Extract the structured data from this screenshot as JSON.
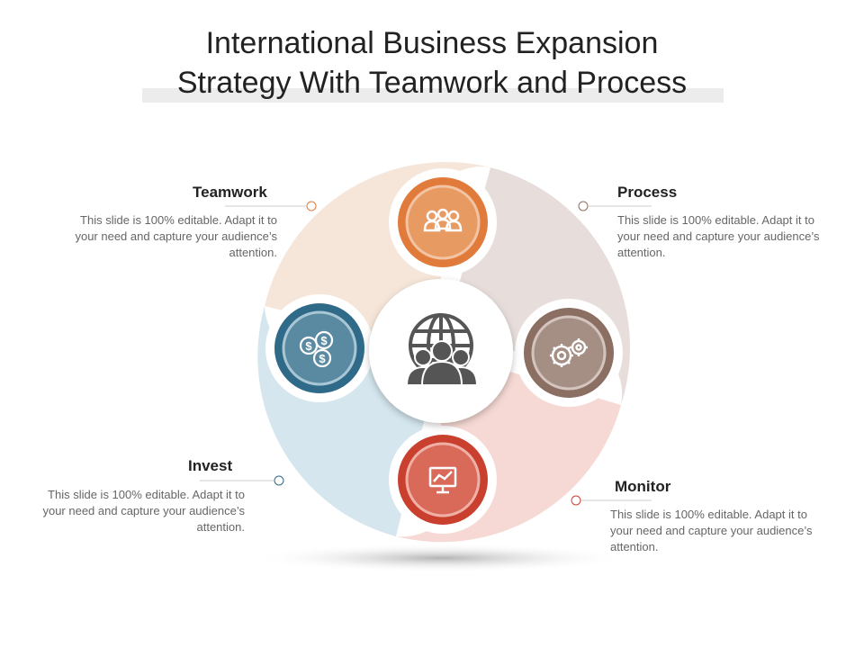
{
  "title": {
    "line1": "International Business Expansion",
    "line2": "Strategy With Teamwork and Process"
  },
  "center_icon": "globe-people-icon",
  "items": [
    {
      "label": "Teamwork",
      "text": "This slide is 100% editable. Adapt it to your need and capture your audience’s attention.",
      "icon": "team-icon",
      "color": "#e07b3c"
    },
    {
      "label": "Process",
      "text": "This slide is 100% editable. Adapt it to your need and capture your audience’s attention.",
      "icon": "gears-icon",
      "color": "#8b6f62"
    },
    {
      "label": "Monitor",
      "text": "This slide is 100% editable. Adapt it to your need and capture your audience’s attention.",
      "icon": "monitor-chart-icon",
      "color": "#c9402f"
    },
    {
      "label": "Invest",
      "text": "This slide is 100% editable. Adapt it to your need and capture your audience’s attention.",
      "icon": "money-icon",
      "color": "#2f6a88"
    }
  ],
  "segment_colors": {
    "teamwork": "#f6e6d9",
    "process": "#e7dedb",
    "monitor": "#f6d9d4",
    "invest": "#d5e6ee"
  }
}
